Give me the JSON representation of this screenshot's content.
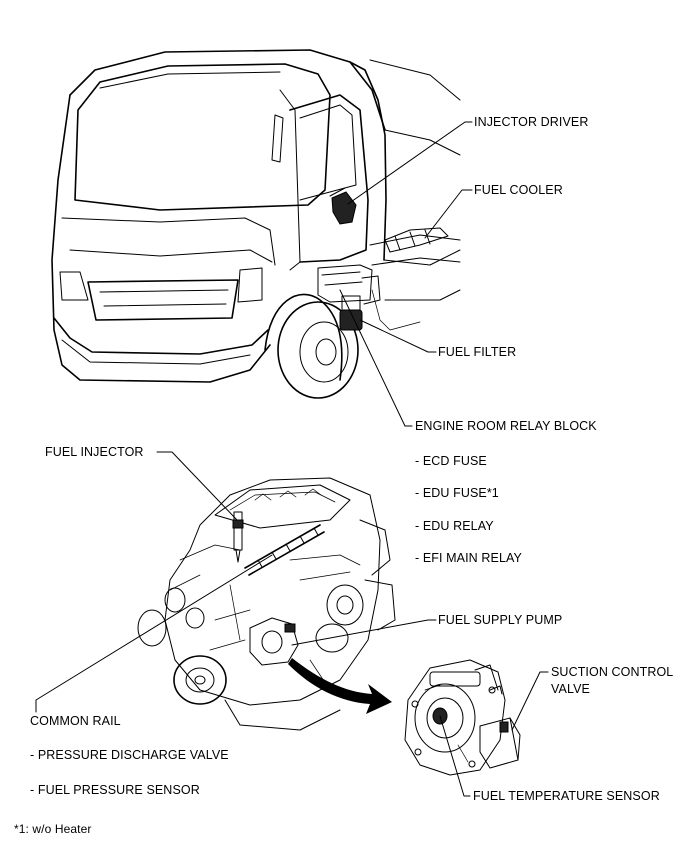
{
  "labels": {
    "injector_driver": "INJECTOR DRIVER",
    "fuel_cooler": "FUEL COOLER",
    "fuel_filter": "FUEL FILTER",
    "engine_room_relay_block": "ENGINE ROOM RELAY BLOCK",
    "relay_block_items": [
      "- ECD FUSE",
      "- EDU FUSE*1",
      "- EDU RELAY",
      "- EFI MAIN RELAY"
    ],
    "fuel_injector": "FUEL INJECTOR",
    "fuel_supply_pump": "FUEL SUPPLY PUMP",
    "suction_control_valve_line1": "SUCTION CONTROL",
    "suction_control_valve_line2": "VALVE",
    "common_rail": "COMMON RAIL",
    "common_rail_items": [
      "- PRESSURE DISCHARGE VALVE",
      "- FUEL PRESSURE SENSOR"
    ],
    "fuel_temperature_sensor": "FUEL TEMPERATURE SENSOR",
    "footnote": "*1: w/o Heater"
  },
  "icons": [
    "truck-illustration",
    "engine-illustration",
    "fuel-pump-detail-illustration",
    "arrow-icon"
  ]
}
